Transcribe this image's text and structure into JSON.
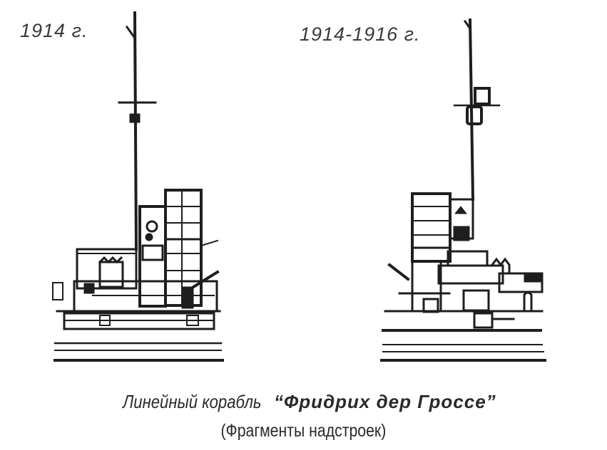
{
  "figures": [
    {
      "id": "left",
      "year_label": "1914 г."
    },
    {
      "id": "right",
      "year_label": "1914-1916 г."
    }
  ],
  "caption": {
    "prefix": "Линейный корабль ",
    "ship_name": "“Фридрих дер Гроссе”",
    "subtitle": "(Фрагменты надстроек)"
  },
  "colors": {
    "ink": "#1e1e1e",
    "background": "#ffffff"
  }
}
